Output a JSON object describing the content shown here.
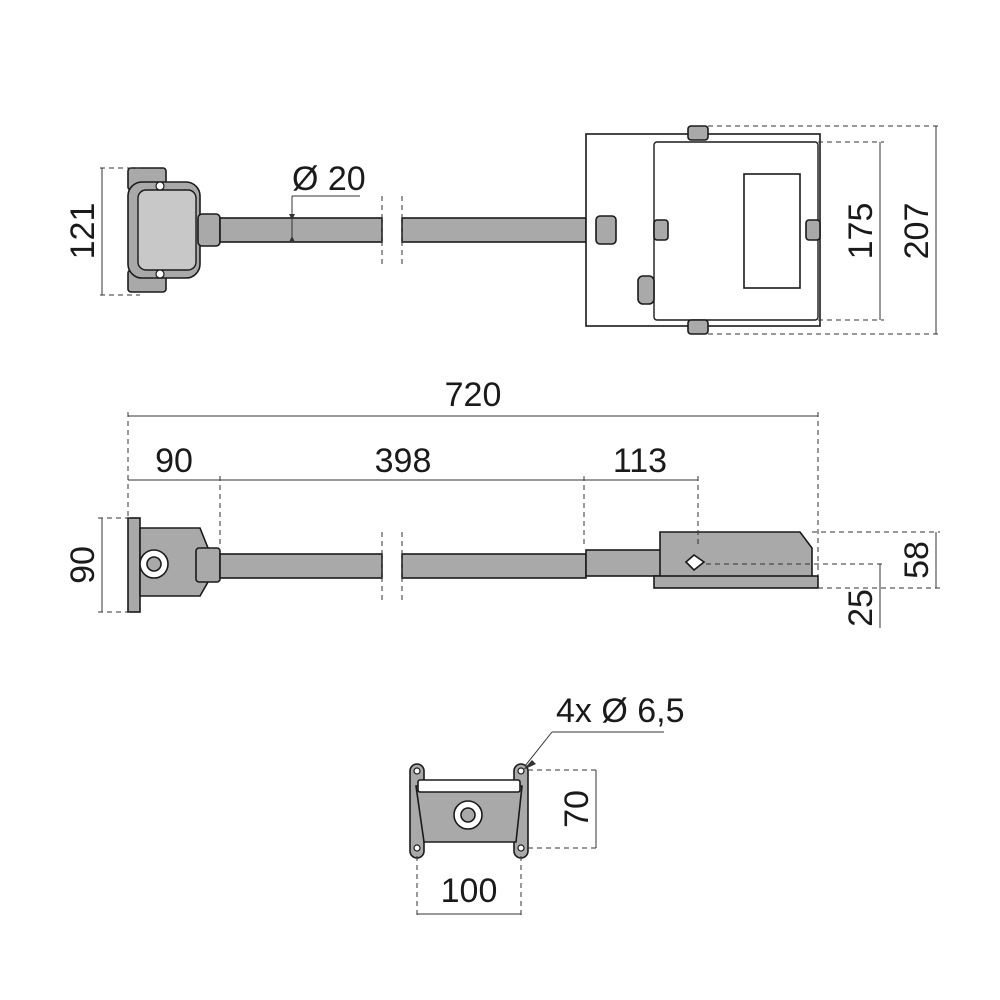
{
  "drawing": {
    "top_view": {
      "bracket_height_label": "121",
      "arm_diameter_label": "Ø 20",
      "body_height_label": "175",
      "total_height_label": "207"
    },
    "side_view": {
      "total_length_label": "720",
      "bracket_length_label": "90",
      "arm_length_label": "398",
      "adapter_length_label": "113",
      "bracket_height_label": "90",
      "body_height_label": "58",
      "body_offset_label": "25"
    },
    "bracket_view": {
      "holes_label": "4x Ø 6,5",
      "height_label": "70",
      "width_label": "100"
    }
  }
}
